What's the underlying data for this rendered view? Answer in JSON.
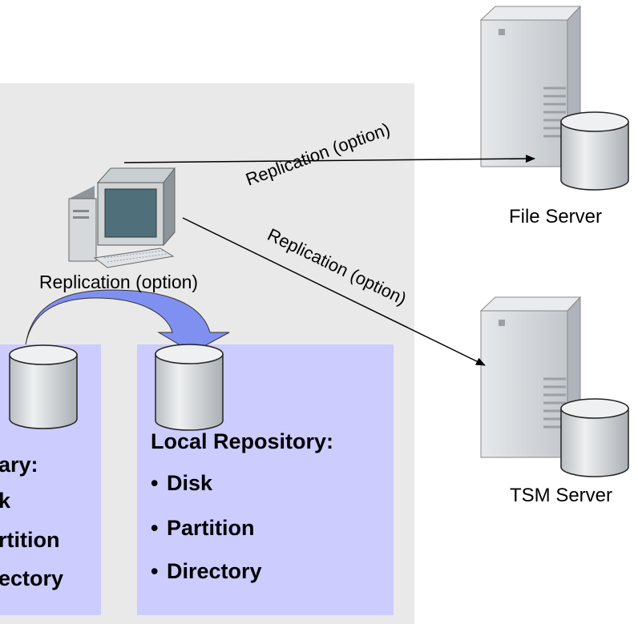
{
  "labels": {
    "pc_label": "Replication (option)",
    "arrow_top": "Replication (option)",
    "arrow_bottom": "Replication (option)",
    "file_server": "File Server",
    "tsm_server": "TSM Server"
  },
  "primary_repo": {
    "title": "ary:",
    "items": [
      "k",
      "rtition",
      "ectory"
    ]
  },
  "local_repo": {
    "title": "Local Repository:",
    "items": [
      "Disk",
      "Partition",
      "Directory"
    ]
  },
  "colors": {
    "background_panel": "#e9e9e9",
    "repo_box": "#ccccff",
    "curved_arrow": "#7f8ff0",
    "server_body": "#d3d7da",
    "cylinder": "#dfe2e4"
  },
  "icons": {
    "pc": "desktop-computer-icon",
    "server": "tower-server-icon",
    "disk": "database-cylinder-icon"
  }
}
